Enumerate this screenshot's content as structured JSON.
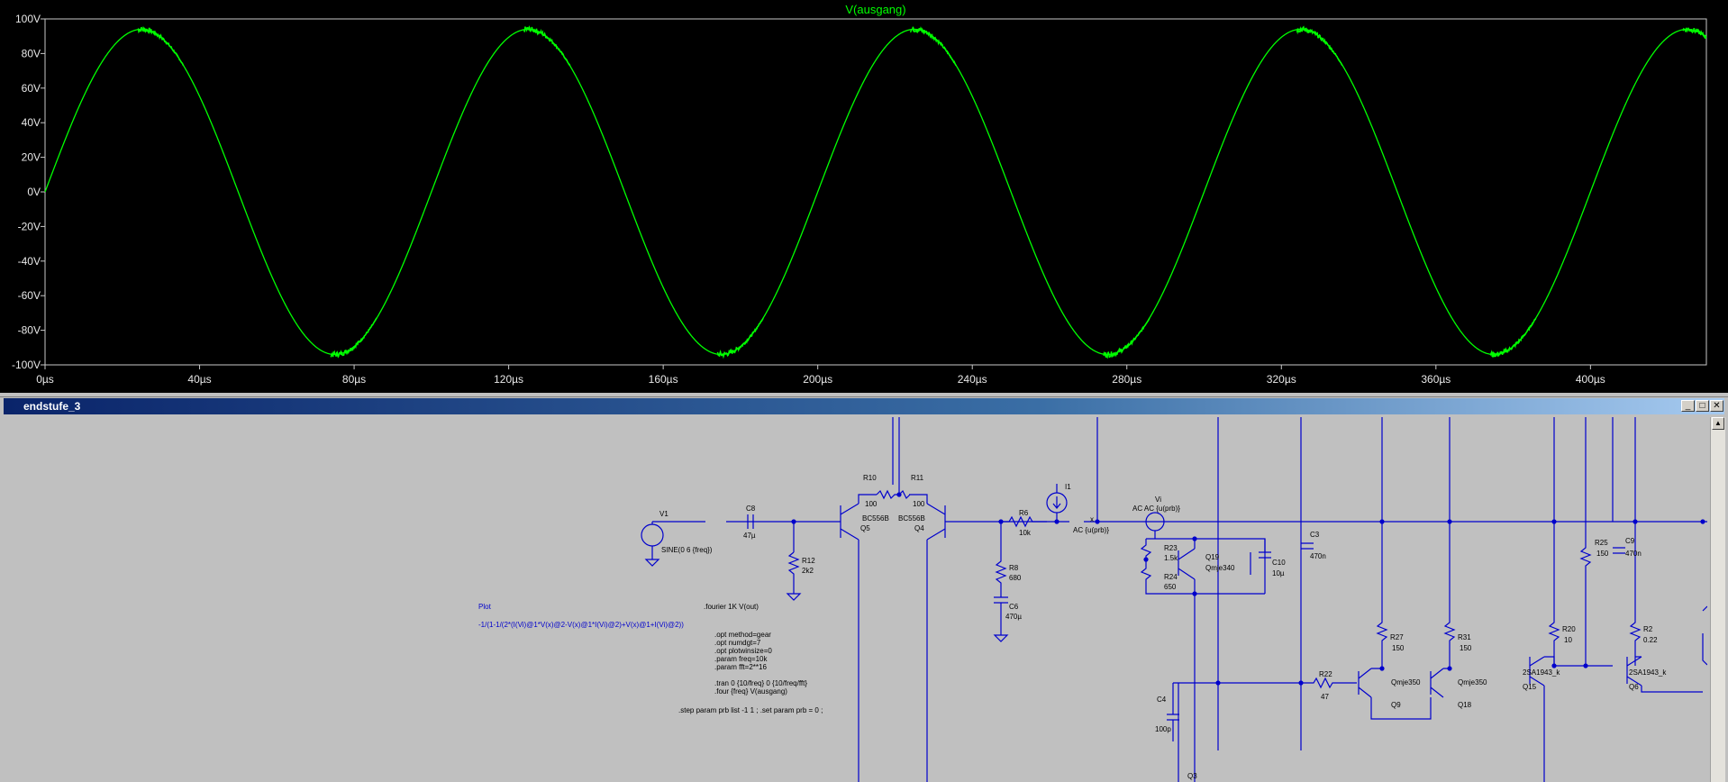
{
  "plot": {
    "trace_label": "V(ausgang)",
    "trace_color": "#00ff00",
    "y_ticks": [
      "100V",
      "80V",
      "60V",
      "40V",
      "20V",
      "0V",
      "-20V",
      "-40V",
      "-60V",
      "-80V",
      "-100V"
    ],
    "x_ticks": [
      "0µs",
      "40µs",
      "80µs",
      "120µs",
      "160µs",
      "200µs",
      "240µs",
      "280µs",
      "320µs",
      "360µs",
      "400µs"
    ]
  },
  "chart_data": {
    "type": "line",
    "title": "V(ausgang)",
    "xlabel": "",
    "ylabel": "",
    "x_unit": "µs",
    "y_unit": "V",
    "xlim": [
      0,
      430
    ],
    "ylim": [
      -100,
      100
    ],
    "grid": false,
    "series": [
      {
        "name": "V(ausgang)",
        "color": "#00ff00",
        "frequency_hz": 10000,
        "amplitude_v": 94,
        "x": [
          0,
          25,
          50,
          75,
          100,
          125,
          150,
          175,
          200,
          225,
          250,
          275,
          300,
          325,
          350,
          375,
          400,
          425
        ],
        "y": [
          0,
          94,
          0,
          -94,
          0,
          94,
          0,
          -94,
          0,
          94,
          0,
          -94,
          0,
          94,
          0,
          -94,
          0,
          94
        ]
      }
    ]
  },
  "schematic": {
    "window_title": "endstufe_3",
    "buttons": {
      "minimize": "_",
      "maximize": "□",
      "close": "✕"
    },
    "wire_color": "#0000cc",
    "parts": [
      {
        "ref": "V1",
        "value": "SINE(0 6 {freq})"
      },
      {
        "ref": "C8",
        "value": "47µ"
      },
      {
        "ref": "R12",
        "value": "2k2"
      },
      {
        "ref": "R10",
        "value": "100"
      },
      {
        "ref": "R11",
        "value": "100"
      },
      {
        "ref": "Q5",
        "value": "BC556B"
      },
      {
        "ref": "Q4",
        "value": "BC556B"
      },
      {
        "ref": "R6",
        "value": "10k"
      },
      {
        "ref": "R8",
        "value": "680"
      },
      {
        "ref": "C6",
        "value": "470µ"
      },
      {
        "ref": "I1",
        "value": ""
      },
      {
        "ref": "Vi",
        "value": "AC {u(prb)}"
      },
      {
        "ref": "R23",
        "value": "1.5k"
      },
      {
        "ref": "R24",
        "value": "650"
      },
      {
        "ref": "Q19",
        "value": "Qmje340"
      },
      {
        "ref": "C10",
        "value": "10µ"
      },
      {
        "ref": "C3",
        "value": "470n"
      },
      {
        "ref": "R25",
        "value": "150"
      },
      {
        "ref": "C9",
        "value": "470n"
      },
      {
        "ref": "R27",
        "value": "150"
      },
      {
        "ref": "R31",
        "value": "150"
      },
      {
        "ref": "R20",
        "value": "10"
      },
      {
        "ref": "R2",
        "value": "0.22"
      },
      {
        "ref": "R22",
        "value": "47"
      },
      {
        "ref": "Q9",
        "value": "Qmje350"
      },
      {
        "ref": "Q18",
        "value": "Qmje350"
      },
      {
        "ref": "Q15",
        "value": "2SA1943_k"
      },
      {
        "ref": "Q6",
        "value": "2SA1943_k"
      },
      {
        "ref": "C4",
        "value": "100p"
      },
      {
        "ref": "Q3",
        "value": ""
      }
    ],
    "net_x": "x",
    "ac_label_1": "AC {u(prb)}",
    "ac_label_2": "AC AC {u(prb)}",
    "plot_label": "Plot",
    "plot_expr": "-1/(1-1/(2*(I(Vi)@1*V(x)@2-V(x)@1*I(Vi)@2)+V(x)@1+I(Vi)@2))",
    "fourier_directive": ".fourier 1K V(out)",
    "directives": [
      ".opt method=gear",
      ".opt numdgt=7",
      ".opt plotwinsize=0",
      ".param freq=10k",
      ".param fft=2**16",
      "",
      ".tran 0 {10/freq} 0 {10/freq/fft}",
      ".four {freq} V(ausgang)"
    ],
    "step_directive": ".step param prb list -1 1 ; .set param prb = 0 ;"
  }
}
